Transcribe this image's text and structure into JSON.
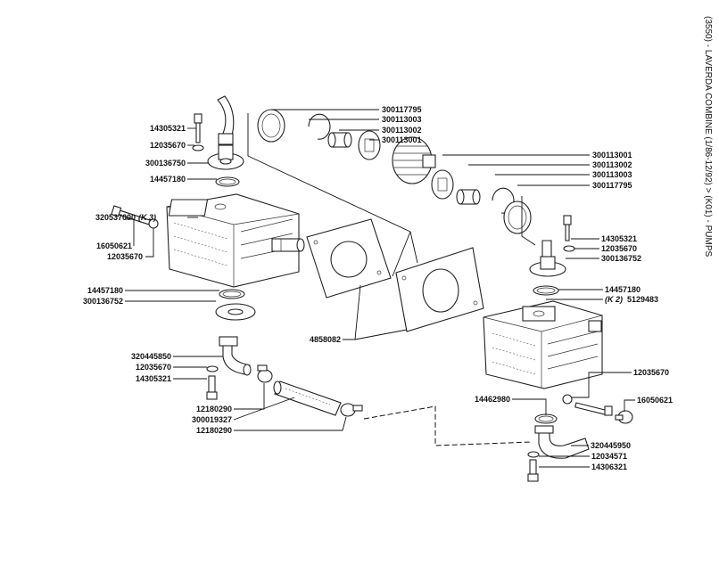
{
  "header": {
    "title": "(3550) - LAVERDA COMBINE (1/86-12/92) > (K01) - PUMPS"
  },
  "labels": {
    "l_14305321_a": "14305321",
    "l_12035670_a": "12035670",
    "l_300136750": "300136750",
    "l_14457180_a": "14457180",
    "l_320537000": "320537000",
    "l_k3": "(K 3)",
    "l_16050621_a": "16050621",
    "l_12035670_b": "12035670",
    "l_14457180_b": "14457180",
    "l_300136752_a": "300136752",
    "l_320445850": "320445850",
    "l_12035670_c": "12035670",
    "l_14305321_b": "14305321",
    "l_12180290_a": "12180290",
    "l_300019327": "300019327",
    "l_12180290_b": "12180290",
    "l_4858082": "4858082",
    "l_300117795_a": "300117795",
    "l_300113003_a": "300113003",
    "l_300113002_a": "300113002",
    "l_300113001_a": "300113001",
    "l_300113001_b": "300113001",
    "l_300113002_b": "300113002",
    "l_300113003_b": "300113003",
    "l_300117795_b": "300117795",
    "l_14305321_c": "14305321",
    "l_12035670_d": "12035670",
    "l_300136752_b": "300136752",
    "l_14457180_c": "14457180",
    "l_k2": "(K 2)",
    "l_5129483": "5129483",
    "l_12035670_e": "12035670",
    "l_14462980": "14462980",
    "l_16050621_b": "16050621",
    "l_320445950": "320445950",
    "l_12034571": "12034571",
    "l_14306321": "14306321"
  }
}
